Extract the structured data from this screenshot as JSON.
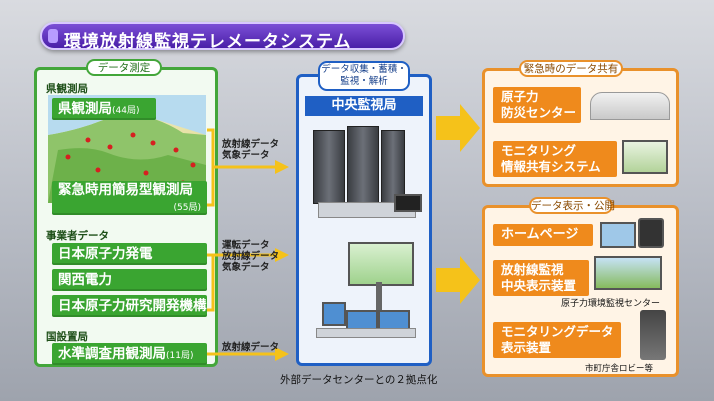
{
  "title": "環境放射線監視テレメータシステム",
  "measurement": {
    "tag": "データ測定",
    "prefecture": {
      "label": "県観測局",
      "stations": "県観測局",
      "stations_count": "(44局)",
      "emergency": "緊急時用簡易型観測局",
      "emergency_count": "(55局)"
    },
    "operators": {
      "label": "事業者データ",
      "items": [
        "日本原子力発電",
        "関西電力",
        "日本原子力研究開発機構"
      ]
    },
    "national": {
      "label": "国設置局",
      "station": "水準調査用観測局",
      "station_count": "(11局)"
    }
  },
  "flows": {
    "f1": [
      "放射線データ",
      "気象データ"
    ],
    "f2": [
      "運転データ",
      "放射線データ",
      "気象データ"
    ],
    "f3": [
      "放射線データ"
    ]
  },
  "central": {
    "tag": "データ収集・蓄積・監視・解析",
    "title": "中央監視局",
    "footer": "外部データセンターとの２拠点化"
  },
  "emergency_share": {
    "tag": "緊急時のデータ共有",
    "items": [
      {
        "line1": "原子力",
        "line2": "防災センター"
      },
      {
        "line1": "モニタリング",
        "line2": "情報共有システム"
      }
    ]
  },
  "display": {
    "tag": "データ表示・公開",
    "homepage": "ホームページ",
    "central_display": {
      "line1": "放射線監視",
      "line2": "中央表示装置",
      "caption": "原子力環境監視センター"
    },
    "monitoring_display": {
      "line1": "モニタリングデータ",
      "line2": "表示装置",
      "caption": "市町庁舎ロビー等"
    }
  },
  "colors": {
    "green": "#43a63a",
    "blue": "#1f5fc4",
    "orange": "#e9912b",
    "purple": "#5a2bbd",
    "arrow": "#f5c21a"
  }
}
